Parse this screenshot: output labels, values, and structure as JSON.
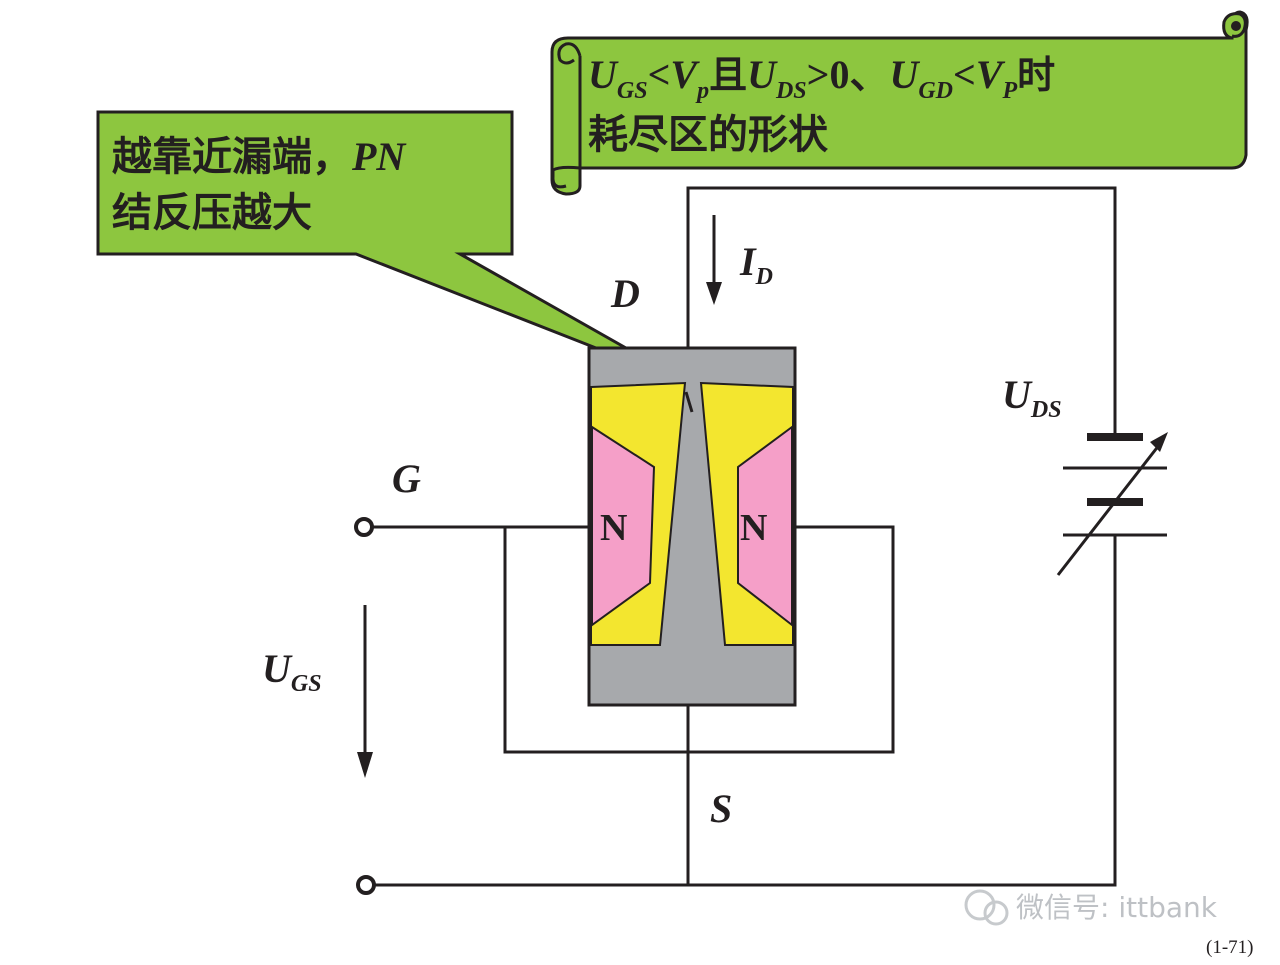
{
  "scroll_banner": {
    "line1": {
      "u1": "U",
      "u1_sub": "GS",
      "lt1": "<",
      "v1": "V",
      "v1_sub": "p",
      "and": "且",
      "u2": "U",
      "u2_sub": "DS",
      "gt0": ">0、",
      "u3": "U",
      "u3_sub": "GD",
      "lt2": "<",
      "v2": "V",
      "v2_sub": "P",
      "shi": "时"
    },
    "line2": "耗尽区的形状"
  },
  "callout": {
    "line1_text": "越靠近漏端，",
    "line1_pn": "PN",
    "line2": "结反压越大"
  },
  "labels": {
    "drain": "D",
    "gate": "G",
    "source": "S",
    "id": "I",
    "id_sub": "D",
    "uds": "U",
    "uds_sub": "DS",
    "ugs": "U",
    "ugs_sub": "GS",
    "n_left": "N",
    "n_right": "N"
  },
  "watermark": "微信号: ittbank",
  "page_number": "(1-71)",
  "colors": {
    "banner_green": "#8dc63f",
    "channel_gray": "#a7a9ac",
    "depletion_yellow": "#f3e62f",
    "n_pink": "#f59fc8",
    "wire": "#231f20"
  }
}
